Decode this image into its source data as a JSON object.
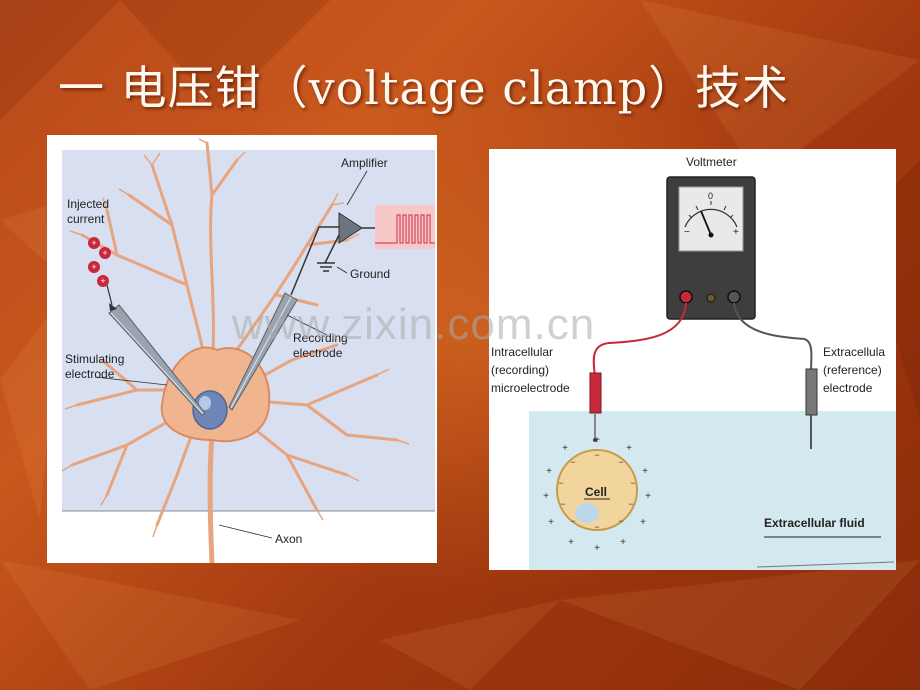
{
  "slide": {
    "title": "一 电压钳（voltage clamp）技术",
    "watermark": "www.zixin.com.cn"
  },
  "figure_left": {
    "labels": {
      "amplifier": "Amplifier",
      "injected_line1": "Injected",
      "injected_line2": "current",
      "ground": "Ground",
      "recording_line1": "Recording",
      "recording_line2": "electrode",
      "stimulating_line1": "Stimulating",
      "stimulating_line2": "electrode",
      "axon": "Axon"
    }
  },
  "figure_right": {
    "labels": {
      "voltmeter": "Voltmeter",
      "meter_zero": "0",
      "meter_minus": "−",
      "meter_plus": "+",
      "intracellular_line1": "Intracellular",
      "intracellular_line2": "(recording)",
      "intracellular_line3": "microelectrode",
      "extracellular_line1": "Extracellula",
      "extracellular_line2": "(reference)",
      "extracellular_line3": "electrode",
      "cell": "Cell",
      "extracellular_fluid": "Extracellular fluid"
    }
  },
  "colors": {
    "background": "#b6491a",
    "title": "#fff9f0",
    "neuron": "#f0b58e",
    "cell_panel": "#cfe3ea",
    "fluid": "#d4e8ef",
    "red_wire": "#c8283a"
  }
}
